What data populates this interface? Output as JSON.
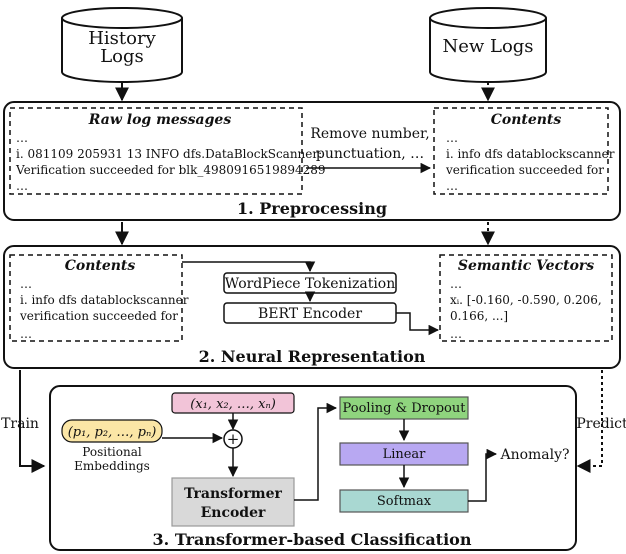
{
  "inputs": {
    "history_logs": [
      "History",
      "Logs"
    ],
    "new_logs": "New Logs"
  },
  "preprocessing": {
    "title": "1. Preprocessing",
    "raw_title": "Raw log messages",
    "raw_lines": [
      "…",
      "i. 081109 205931 13 INFO dfs.DataBlockScanner:",
      "Verification succeeded for blk_4980916519894289",
      "…"
    ],
    "step_label": [
      "Remove number,",
      "punctuation, …"
    ],
    "contents_title": "Contents",
    "contents_lines": [
      "…",
      "i. info dfs datablockscanner",
      "verification succeeded for",
      "…"
    ]
  },
  "neural": {
    "title": "2. Neural Representation",
    "contents_title": "Contents",
    "contents_lines": [
      "…",
      "i. info dfs datablockscanner",
      "verification succeeded for",
      "…"
    ],
    "tokenizer": "WordPiece Tokenization",
    "encoder": "BERT Encoder",
    "vectors_title": "Semantic Vectors",
    "vectors_lines": [
      "…",
      "xᵢ. [-0.160, -0.590, 0.206,",
      "0.166, ...]",
      "…"
    ]
  },
  "classification": {
    "title": "3. Transformer-based Classification",
    "input_seq": "(x₁, x₂, …, xₙ)",
    "pos_seq": "(p₁, p₂, …, pₙ)",
    "pos_label": [
      "Positional",
      "Embeddings"
    ],
    "plus": "+",
    "transformer": [
      "Transformer",
      "Encoder"
    ],
    "pooling": "Pooling & Dropout",
    "linear": "Linear",
    "softmax": "Softmax",
    "output": "Anomaly?"
  },
  "edges": {
    "train": "Train",
    "predict": "Predict"
  },
  "colors": {
    "input_seq": "#f2c4d8",
    "pos_seq": "#fbe6a6",
    "transformer": "#d9d9d9",
    "pooling": "#8fd47e",
    "linear": "#b8a8f2",
    "softmax": "#a9d8d2"
  }
}
